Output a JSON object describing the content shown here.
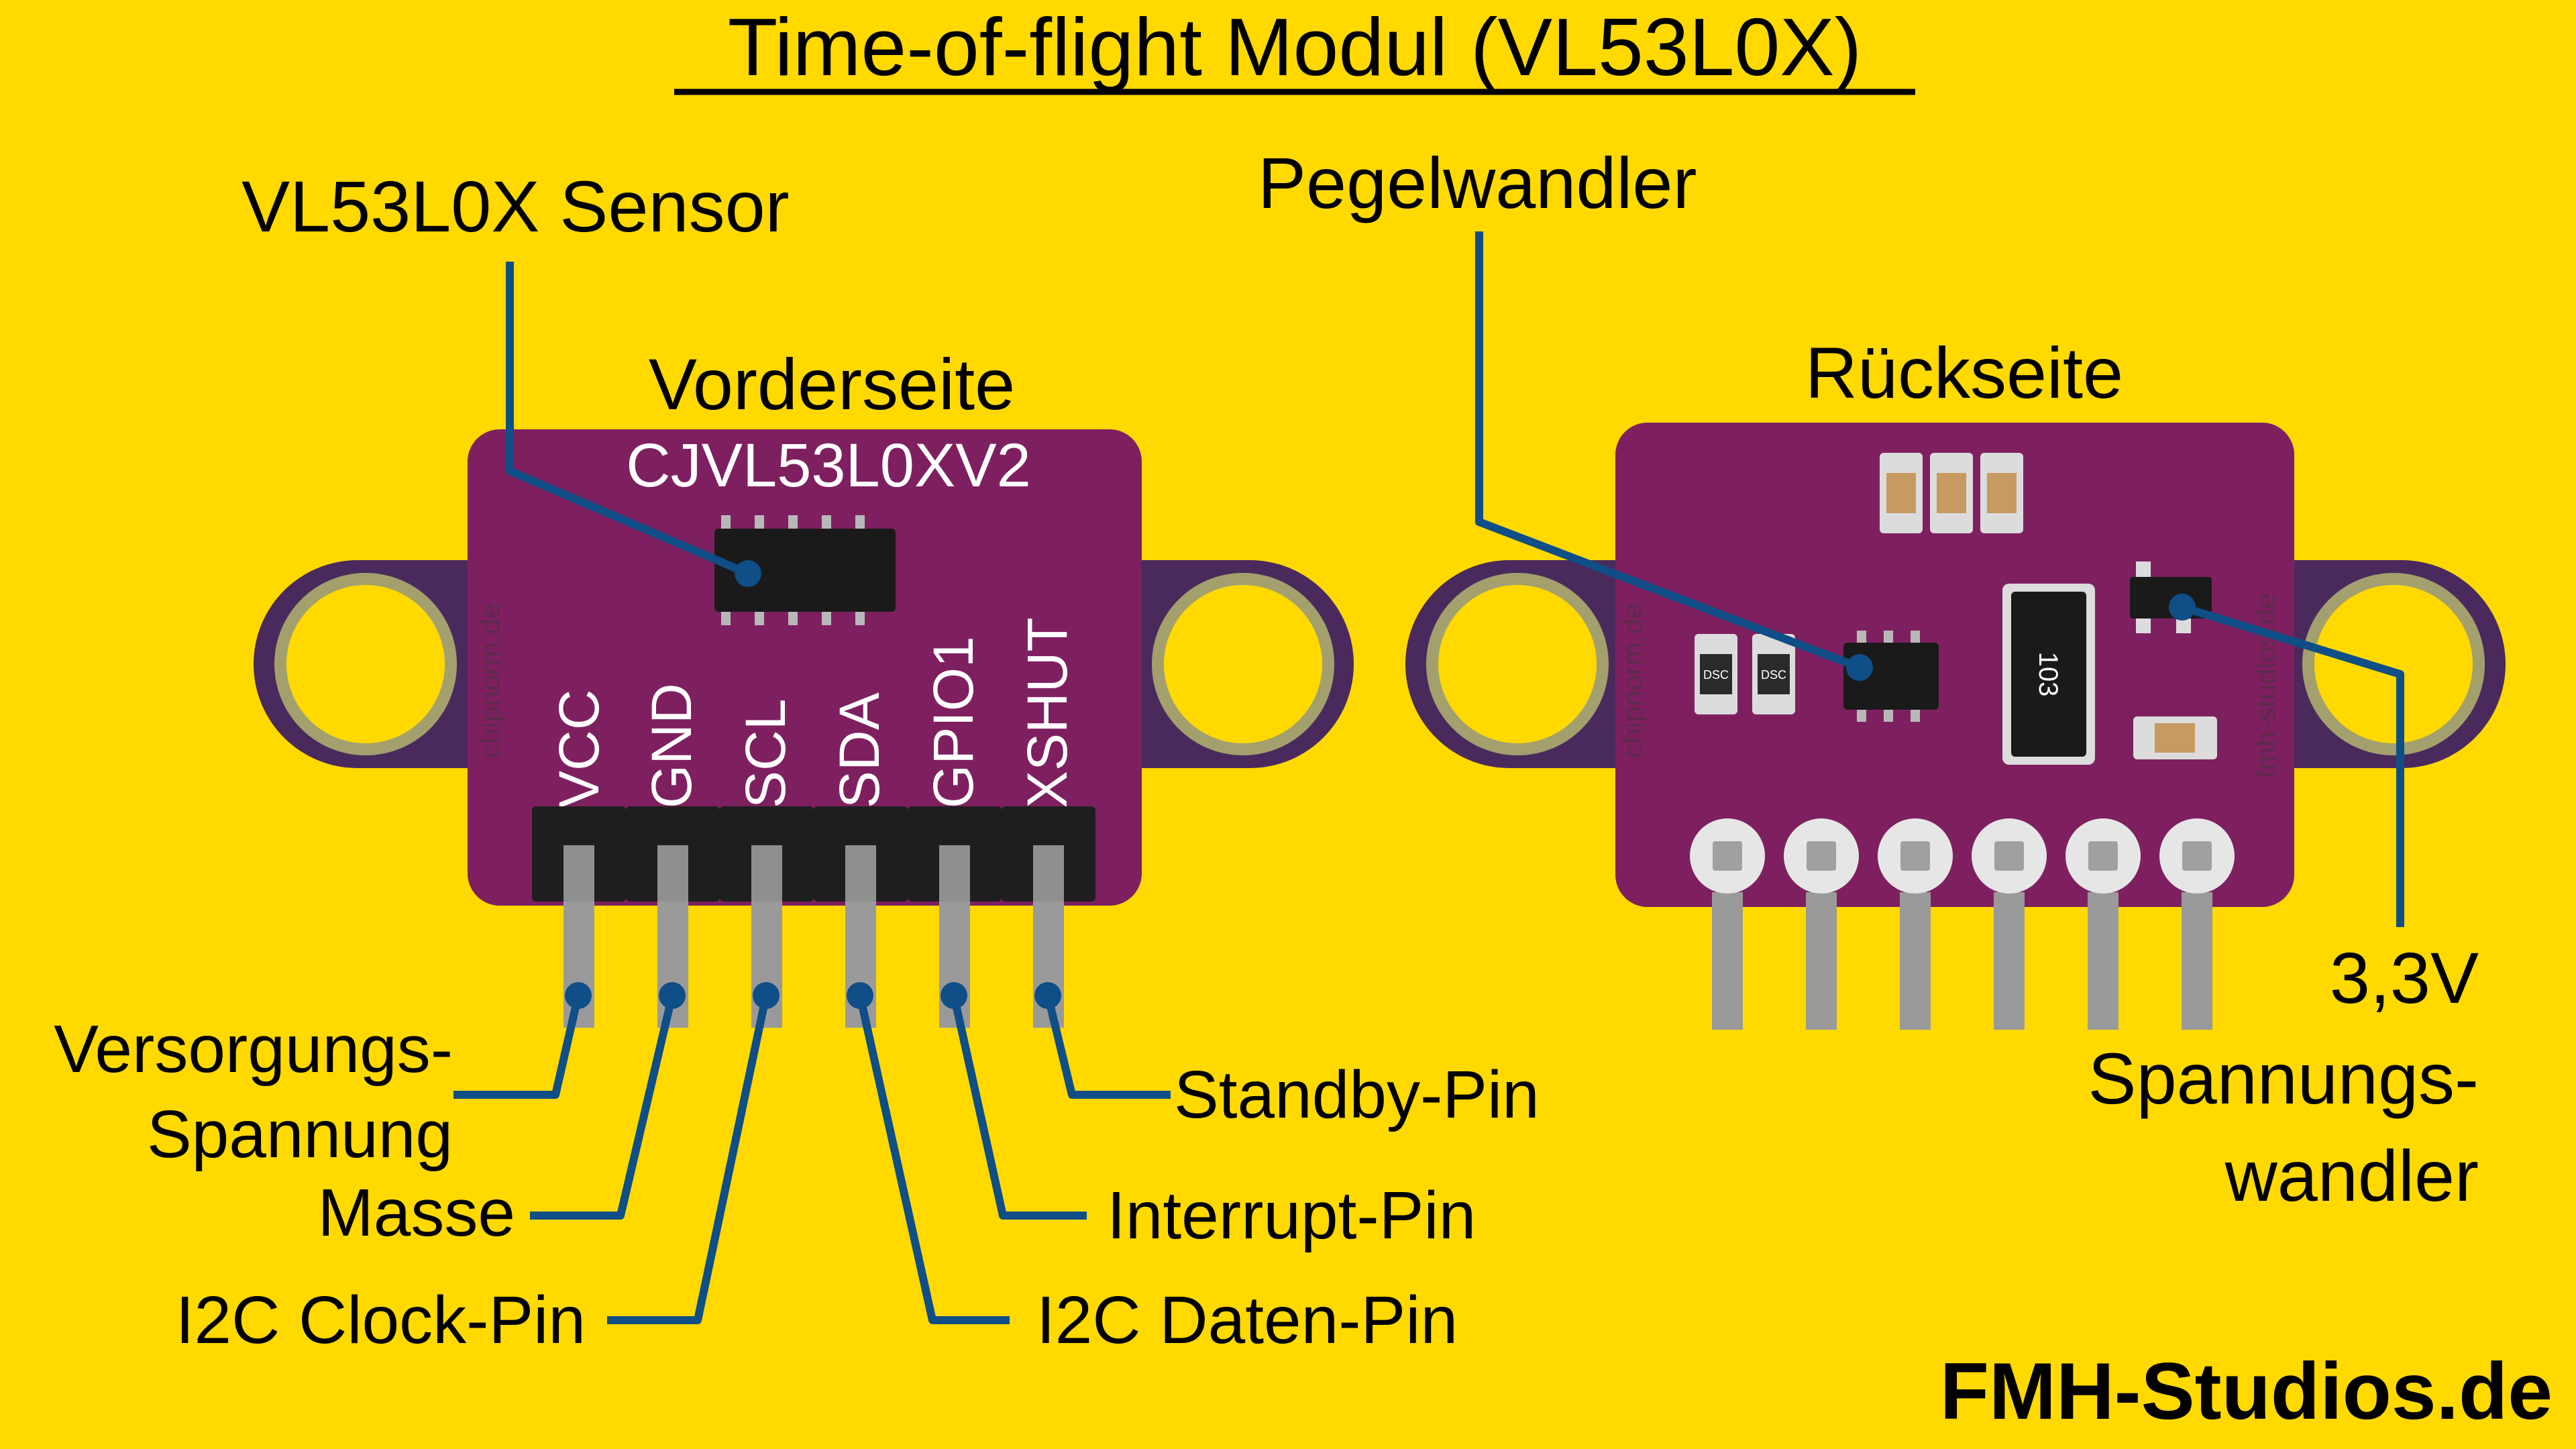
{
  "title": "Time-of-flight Modul (VL53L0X)",
  "brand": "FMH-Studios.de",
  "front": {
    "heading": "Vorderseite",
    "board_label": "CJVL53L0XV2",
    "watermark": "chipnorm.de",
    "pins": [
      "VCC",
      "GND",
      "SCL",
      "SDA",
      "GPIO1",
      "XSHUT"
    ]
  },
  "back": {
    "heading": "Rückseite",
    "watermark_left": "chipnorm.de",
    "watermark_right": "fmh-studios.de",
    "resistor_array_label": "103",
    "capacitor_labels": [
      "DSC",
      "DSC"
    ]
  },
  "callouts": {
    "sensor": "VL53L0X Sensor",
    "level_shifter": "Pegelwandler",
    "voltage_value": "3,3V",
    "voltage_regulator_line1": "Spannungs-",
    "voltage_regulator_line2": "wandler",
    "vcc_line1": "Versorgungs-",
    "vcc_line2": "Spannung",
    "gnd": "Masse",
    "scl": "I2C Clock-Pin",
    "sda": "I2C Daten-Pin",
    "gpio1": "Interrupt-Pin",
    "xshut": "Standby-Pin"
  },
  "colors": {
    "background": "#FFD900",
    "board": "#7E2060",
    "mount_tab": "#4A2A5C",
    "hole": "#FFD900",
    "hole_ring": "#A3A06E",
    "leader_line": "#0F4E86",
    "pin_metal": "#9A9A9A",
    "header_plastic": "#1E1E1E",
    "chip": "#1A1A1A",
    "text": "#000000",
    "board_text": "#FFFFFF"
  }
}
